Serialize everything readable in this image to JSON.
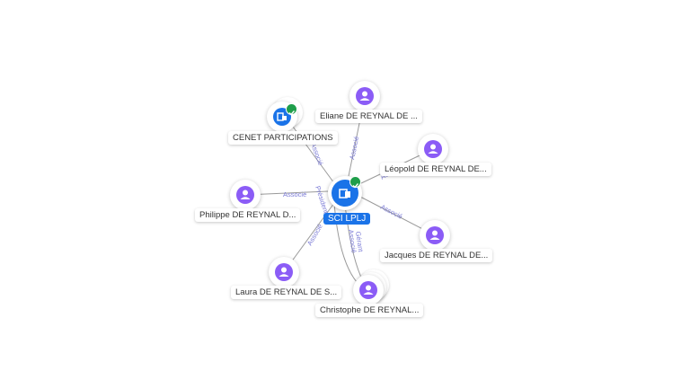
{
  "center": {
    "name": "SCI LPLJ"
  },
  "nodes": {
    "cenet": {
      "name": "CENET PARTICIPATIONS",
      "edge": "Associé"
    },
    "eliane": {
      "name": "Eliane DE REYNAL DE ...",
      "edge": "Associé"
    },
    "leopold": {
      "name": "Léopold DE REYNAL DE...",
      "edge": "Associé"
    },
    "philippe": {
      "name": "Philippe DE REYNAL D...",
      "edge": "Associé"
    },
    "jacques": {
      "name": "Jacques DE REYNAL DE...",
      "edge": "Associé"
    },
    "laura": {
      "name": "Laura DE REYNAL DE S...",
      "edge": "Associé"
    },
    "christophe": {
      "name": "Christophe DE REYNAL...",
      "edge1": "Gérant",
      "edge2": "Associé",
      "edge3": "Président"
    }
  },
  "colors": {
    "person": "#8b5cf6",
    "company": "#1a73e8",
    "verified": "#1e9e4a",
    "edge": "#7b7bd6"
  }
}
